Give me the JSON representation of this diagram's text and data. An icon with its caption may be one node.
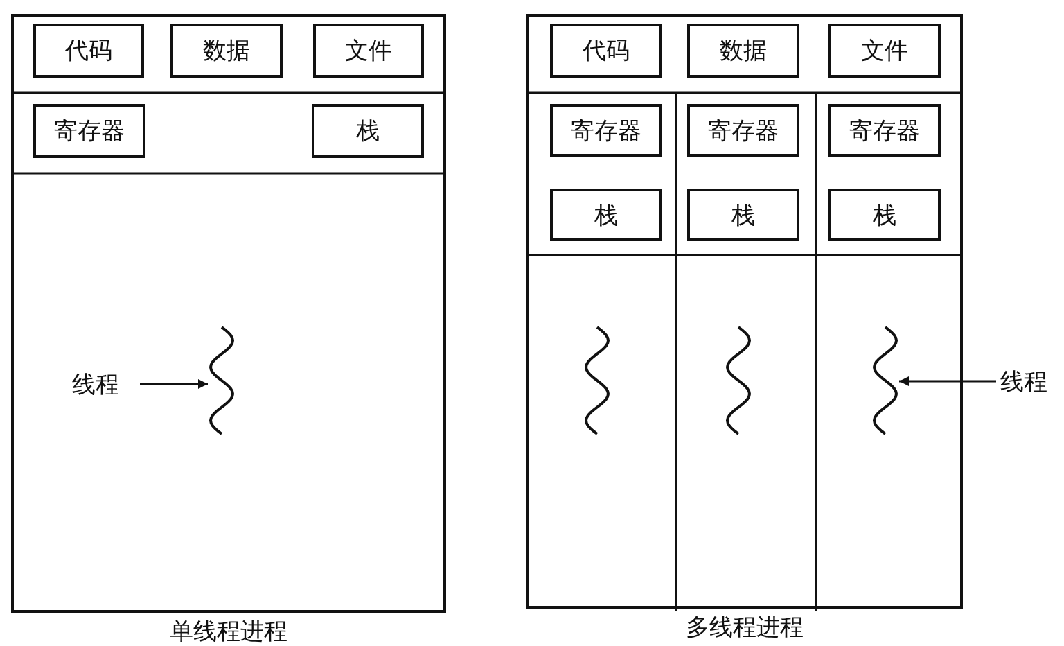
{
  "diagram": {
    "nodes": [
      {
        "text": [],
        "shape": "box",
        "beside": [
          "单线程进程"
        ]
      },
      {
        "text": [
          "代码"
        ],
        "in": 0
      },
      {
        "text": [
          "数据"
        ],
        "in": 0
      },
      {
        "text": [
          "文件"
        ],
        "in": 0
      },
      {
        "text": [
          "寄存器"
        ],
        "in": 0
      },
      {
        "text": [
          "栈"
        ],
        "in": 0
      },
      {
        "text": [],
        "shape": "wave",
        "in": 0
      },
      {
        "text": [
          "线程"
        ],
        "in": 0
      },
      {
        "text": [],
        "shape": "box",
        "beside": [
          "多线程进程"
        ]
      },
      {
        "text": [
          "代码"
        ],
        "in": 8
      },
      {
        "text": [
          "数据"
        ],
        "in": 8
      },
      {
        "text": [
          "文件"
        ],
        "in": 8
      },
      {
        "text": [
          "寄存器"
        ],
        "in": 8
      },
      {
        "text": [
          "寄存器"
        ],
        "in": 8
      },
      {
        "text": [
          "寄存器"
        ],
        "in": 8
      },
      {
        "text": [
          "栈"
        ],
        "in": 8
      },
      {
        "text": [
          "栈"
        ],
        "in": 8
      },
      {
        "text": [
          "栈"
        ],
        "in": 8
      },
      {
        "text": [],
        "shape": "wave",
        "in": 8
      },
      {
        "text": [],
        "shape": "wave",
        "in": 8
      },
      {
        "text": [],
        "shape": "wave",
        "in": 8
      },
      {
        "text": [
          "线程"
        ]
      }
    ],
    "edges": [
      {
        "from": 7,
        "to": 6,
        "arrow": "to"
      },
      {
        "from": 21,
        "to": 20,
        "arrow": "to"
      }
    ]
  }
}
